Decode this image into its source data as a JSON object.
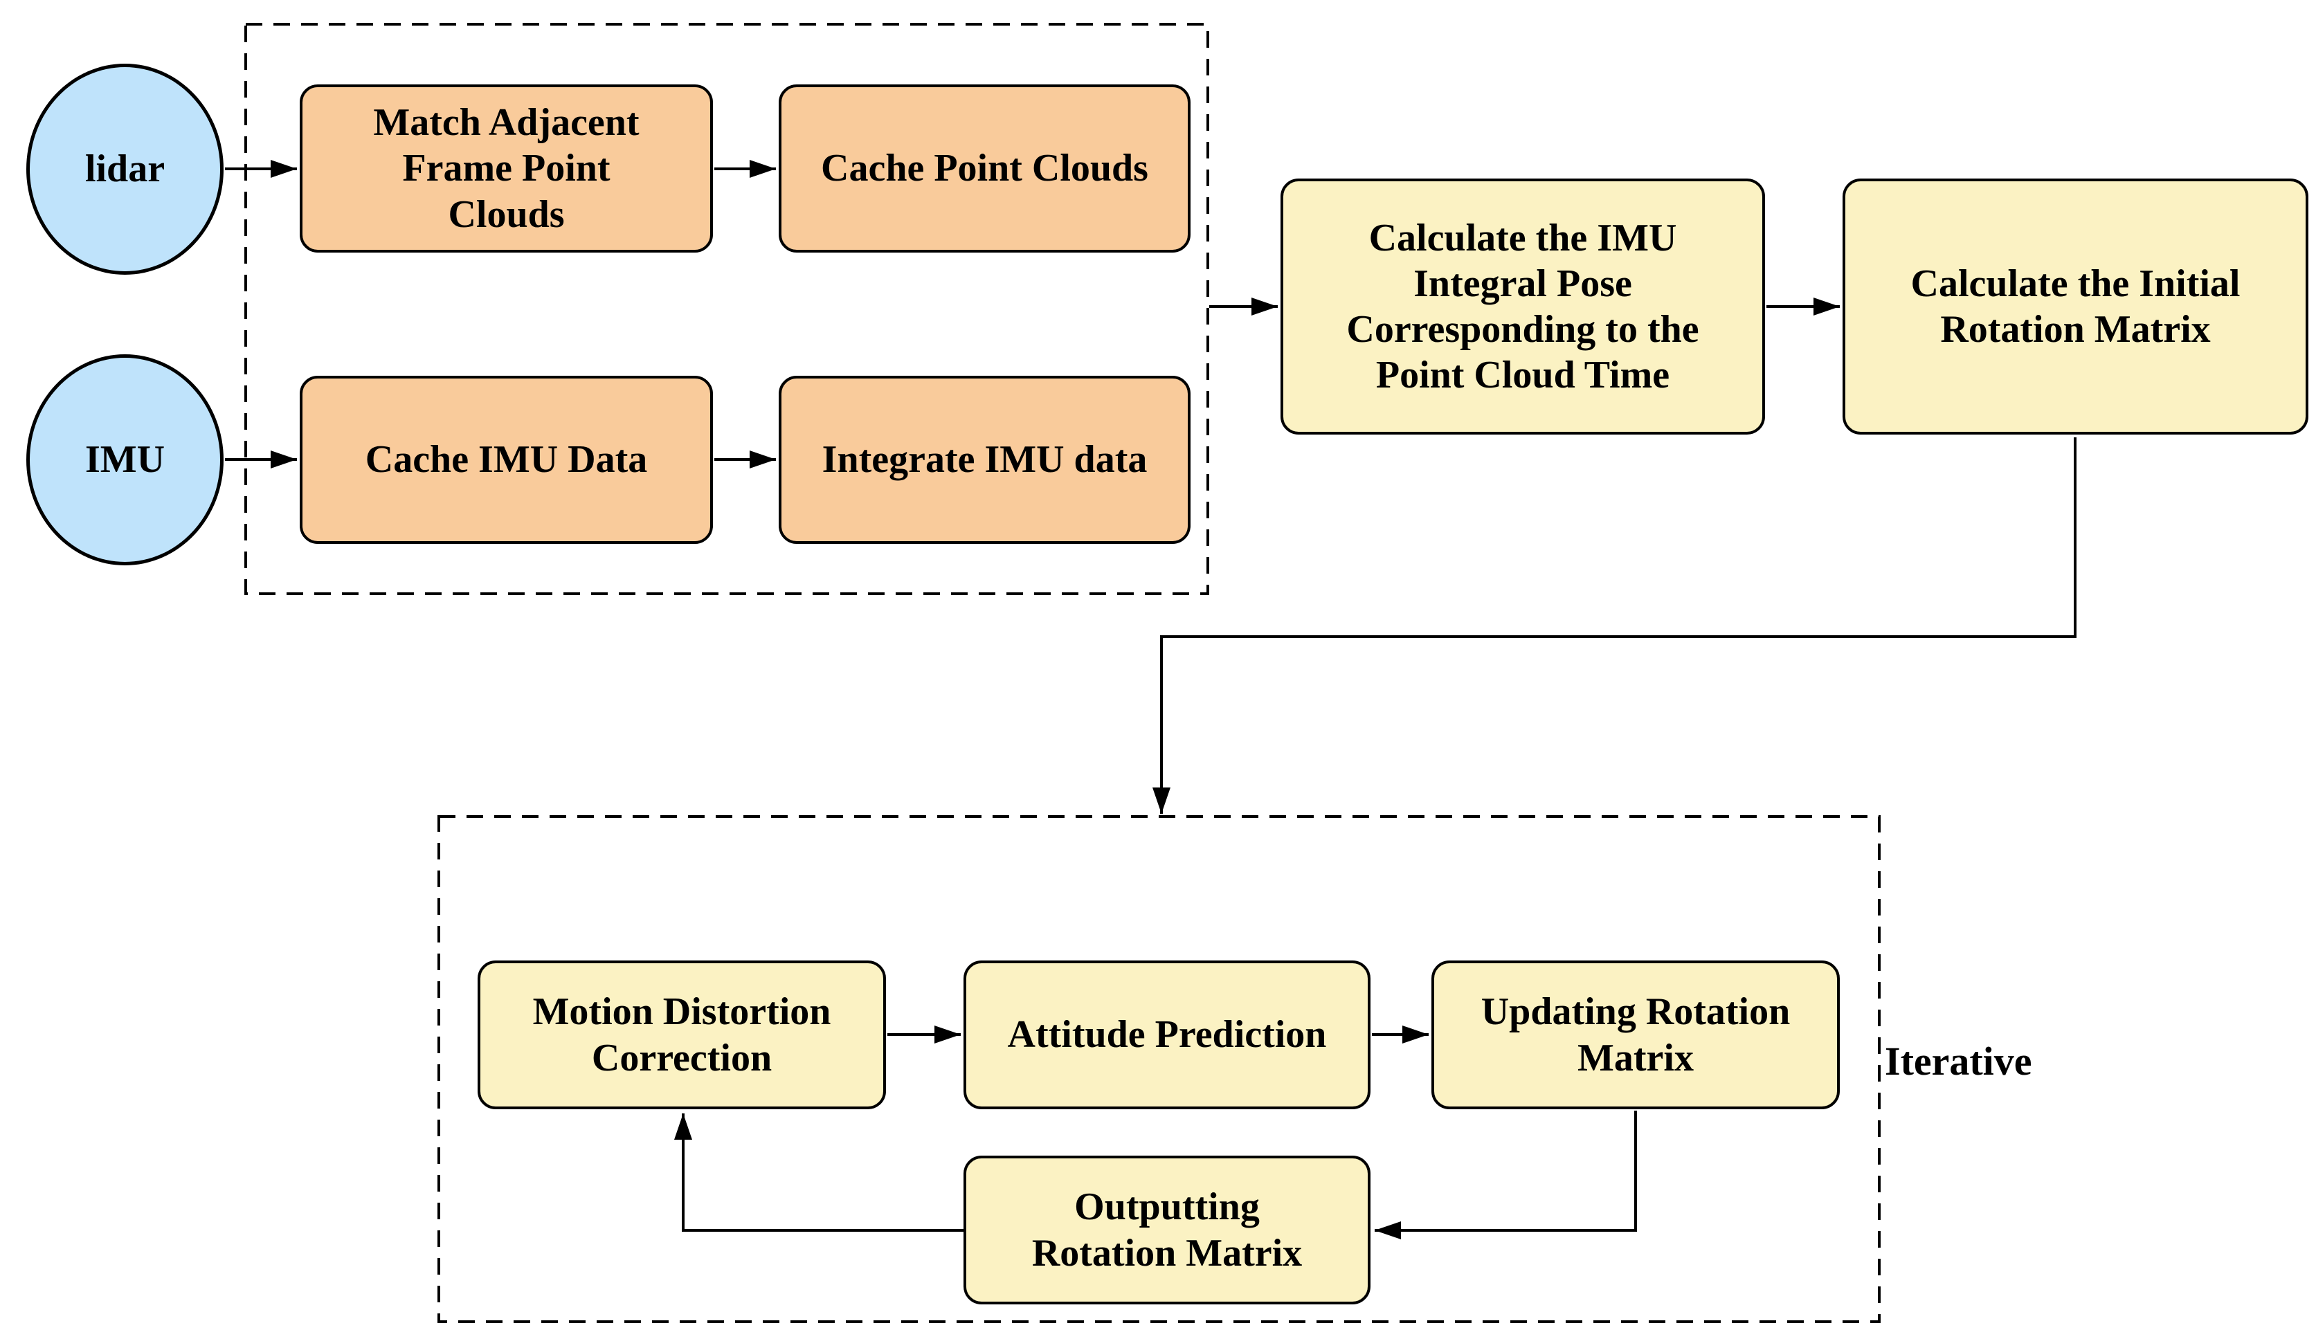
{
  "colors": {
    "source_fill": "#BFE3FB",
    "cache_fill": "#F9CB9B",
    "process_fill": "#FBF2C3",
    "stroke_color": "#000000",
    "canvas_bg": "#FFFFFF"
  },
  "nodes": {
    "lidar": {
      "label": "lidar"
    },
    "imu": {
      "label": "IMU"
    },
    "match_adjacent": {
      "label": "Match Adjacent\nFrame Point\nClouds"
    },
    "cache_point_clouds": {
      "label": "Cache Point Clouds"
    },
    "cache_imu_data": {
      "label": "Cache IMU Data"
    },
    "integrate_imu_data": {
      "label": "Integrate IMU data"
    },
    "calc_imu_integral_pose": {
      "label": "Calculate the IMU\nIntegral Pose\nCorresponding to the\nPoint Cloud Time"
    },
    "calc_initial_rotation": {
      "label": "Calculate the Initial\nRotation Matrix"
    },
    "motion_distortion": {
      "label": "Motion Distortion\nCorrection"
    },
    "attitude_prediction": {
      "label": "Attitude Prediction"
    },
    "updating_rotation": {
      "label": "Updating Rotation\nMatrix"
    },
    "outputting_rotation": {
      "label": "Outputting\nRotation Matrix"
    }
  },
  "groups": {
    "iterative": {
      "label": "Iterative"
    }
  },
  "edges": [
    {
      "from": "lidar",
      "to": "match_adjacent"
    },
    {
      "from": "match_adjacent",
      "to": "cache_point_clouds"
    },
    {
      "from": "imu",
      "to": "cache_imu_data"
    },
    {
      "from": "cache_imu_data",
      "to": "integrate_imu_data"
    },
    {
      "from": "caching_group",
      "to": "calc_imu_integral_pose"
    },
    {
      "from": "calc_imu_integral_pose",
      "to": "calc_initial_rotation"
    },
    {
      "from": "calc_initial_rotation",
      "to": "iterative_group"
    },
    {
      "from": "motion_distortion",
      "to": "attitude_prediction"
    },
    {
      "from": "attitude_prediction",
      "to": "updating_rotation"
    },
    {
      "from": "updating_rotation",
      "to": "outputting_rotation"
    },
    {
      "from": "outputting_rotation",
      "to": "motion_distortion"
    }
  ]
}
